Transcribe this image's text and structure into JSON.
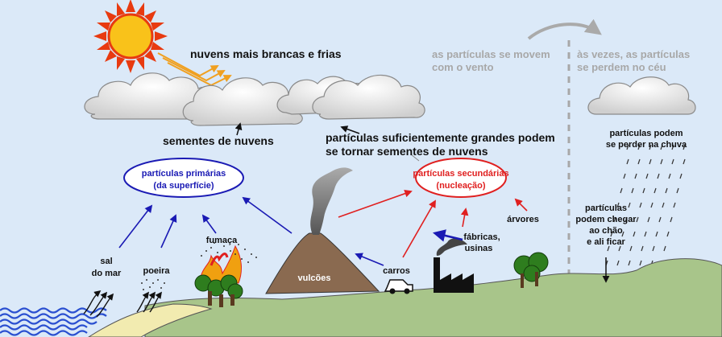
{
  "labels": {
    "whiter_clouds": "nuvens mais brancas e frias",
    "cloud_seeds": "sementes de nuvens",
    "large_particles_1": "partículas suficientemente grandes podem",
    "large_particles_2": "se tornar sementes de nuvens",
    "wind_1": "as partículas se movem",
    "wind_2": "com o vento",
    "lost_sky_1": "às vezes, as partículas",
    "lost_sky_2": "se perdem no céu",
    "primary_1": "partículas primárias",
    "primary_2": "(da superfície)",
    "secondary_1": "partículas secundárias",
    "secondary_2": "(nucleação)",
    "rain_1": "partículas podem",
    "rain_2": "se perder na chuva",
    "ground_1": "partículas",
    "ground_2": "podem chegar",
    "ground_3": "ao chão",
    "ground_4": "e ali ficar",
    "trees": "árvores",
    "factories_1": "fábricas,",
    "factories_2": "usinas",
    "cars": "carros",
    "volcanoes": "vulcões",
    "smoke": "fumaça",
    "dust": "poeira",
    "sea_salt_1": "sal",
    "sea_salt_2": "do mar"
  },
  "colors": {
    "sky": "#dbe9f8",
    "ground": "#a8c58a",
    "sand": "#f2ebb0",
    "water": "#2a4fd0",
    "volcano": "#8a6a50",
    "primary": "#1a1ab4",
    "secondary": "#e02020",
    "faded": "#a8a8a8"
  }
}
